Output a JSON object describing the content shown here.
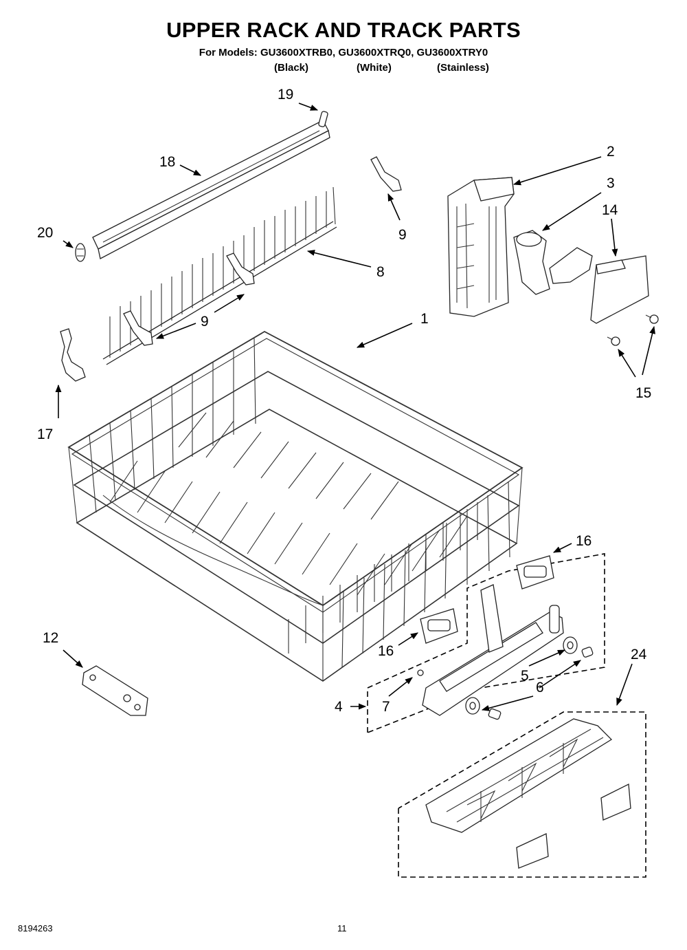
{
  "header": {
    "title": "UPPER RACK AND TRACK PARTS",
    "models_line": "For Models: GU3600XTRB0, GU3600XTRQ0, GU3600XTRY0",
    "variants": [
      "(Black)",
      "(White)",
      "(Stainless)"
    ]
  },
  "callouts": {
    "c1": "1",
    "c2": "2",
    "c3": "3",
    "c4": "4",
    "c5": "5",
    "c6": "6",
    "c7": "7",
    "c8": "8",
    "c9a": "9",
    "c9b": "9",
    "c12": "12",
    "c14": "14",
    "c15": "15",
    "c16a": "16",
    "c16b": "16",
    "c17": "17",
    "c18": "18",
    "c19": "19",
    "c20": "20",
    "c24": "24"
  },
  "footer": {
    "doc_number": "8194263",
    "page_number": "11"
  }
}
